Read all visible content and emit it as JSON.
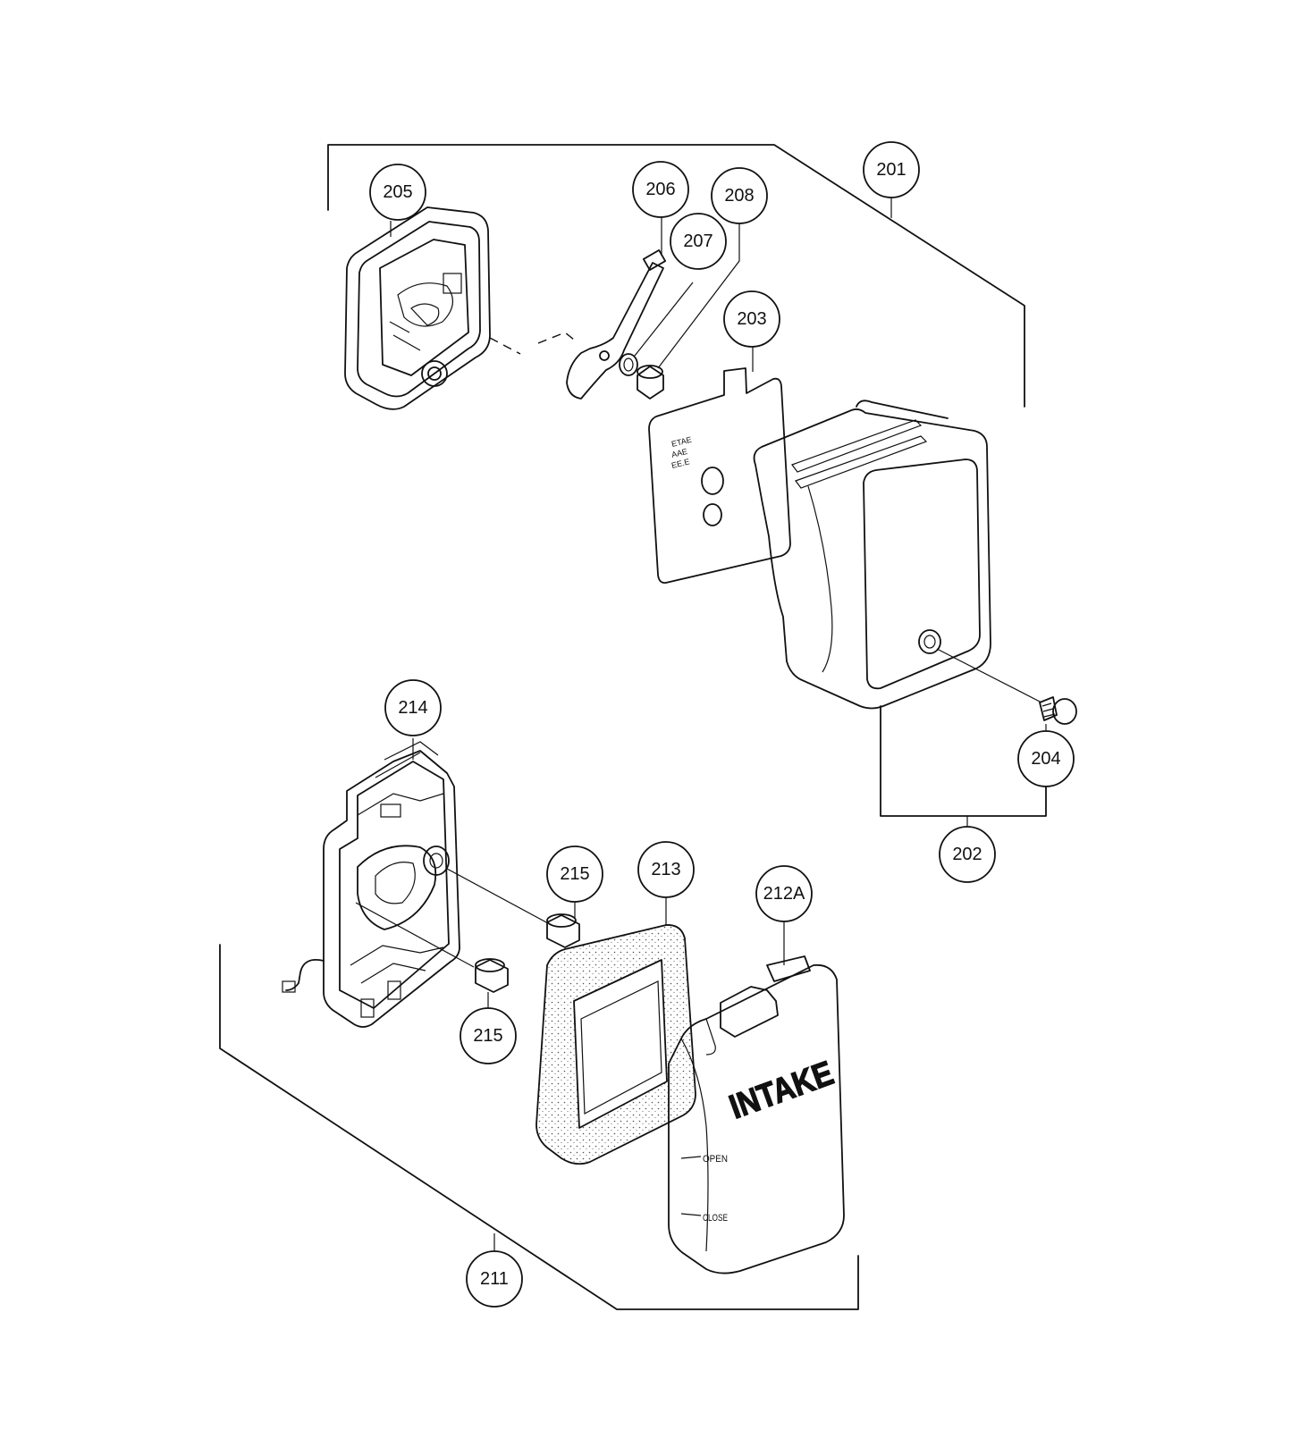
{
  "callouts": {
    "c201": "201",
    "c202": "202",
    "c203": "203",
    "c204": "204",
    "c205": "205",
    "c206": "206",
    "c207": "207",
    "c208": "208",
    "c211": "211",
    "c212a": "212A",
    "c213": "213",
    "c214": "214",
    "c215a": "215",
    "c215b": "215"
  },
  "part_labels": {
    "intake": "INTAKE",
    "open": "OPEN",
    "close": "CLOSE"
  }
}
